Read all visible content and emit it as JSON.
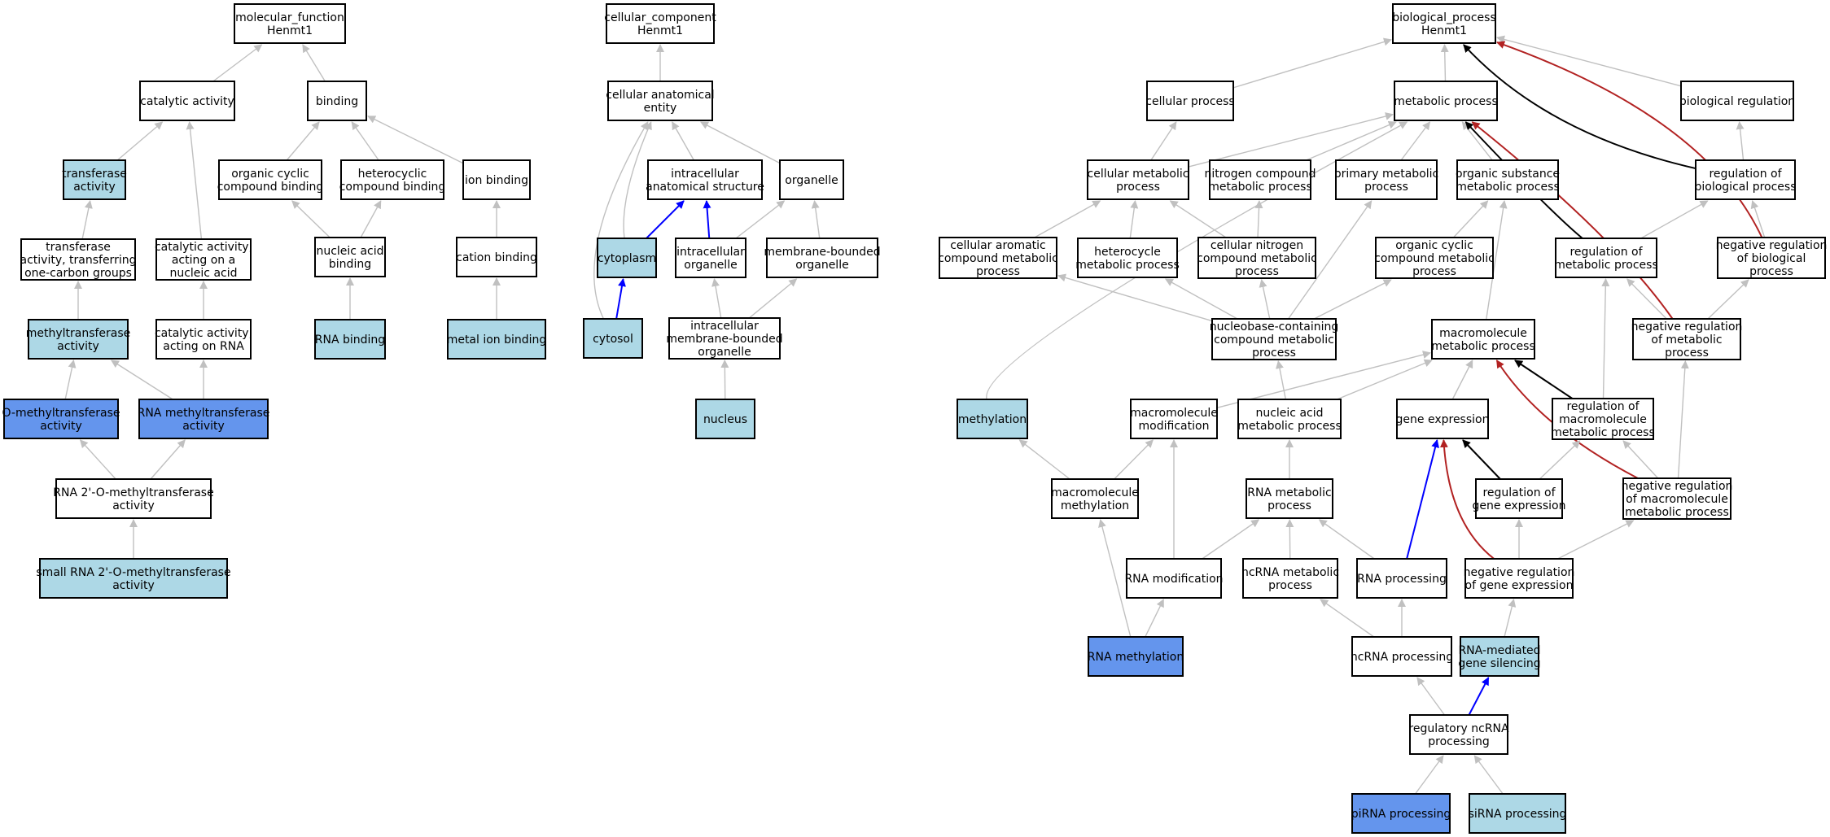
{
  "colors": {
    "plain": "#ffffff",
    "light": "#add8e6",
    "strong": "#6495ed",
    "edge_gray": "#c0c0c0",
    "edge_black": "#000000",
    "edge_blue": "#0000ff",
    "edge_red": "#b22222"
  },
  "nodes": [
    {
      "id": "mf",
      "lines": [
        "molecular_function",
        "Henmt1"
      ],
      "fill": "plain"
    },
    {
      "id": "catalytic",
      "lines": [
        "catalytic activity"
      ],
      "fill": "plain"
    },
    {
      "id": "binding",
      "lines": [
        "binding"
      ],
      "fill": "plain"
    },
    {
      "id": "transferase",
      "lines": [
        "transferase",
        "activity"
      ],
      "fill": "light"
    },
    {
      "id": "ocbind",
      "lines": [
        "organic cyclic",
        "compound binding"
      ],
      "fill": "plain"
    },
    {
      "id": "hcbind",
      "lines": [
        "heterocyclic",
        "compound binding"
      ],
      "fill": "plain"
    },
    {
      "id": "ionbind",
      "lines": [
        "ion binding"
      ],
      "fill": "plain"
    },
    {
      "id": "transone",
      "lines": [
        "transferase",
        "activity, transferring",
        "one-carbon groups"
      ],
      "fill": "plain"
    },
    {
      "id": "catnuc",
      "lines": [
        "catalytic activity,",
        "acting on a",
        "nucleic acid"
      ],
      "fill": "plain"
    },
    {
      "id": "nabind",
      "lines": [
        "nucleic acid",
        "binding"
      ],
      "fill": "plain"
    },
    {
      "id": "cationbind",
      "lines": [
        "cation binding"
      ],
      "fill": "plain"
    },
    {
      "id": "methyltrans",
      "lines": [
        "methyltransferase",
        "activity"
      ],
      "fill": "light"
    },
    {
      "id": "catrna",
      "lines": [
        "catalytic activity,",
        "acting on RNA"
      ],
      "fill": "plain"
    },
    {
      "id": "rnabind",
      "lines": [
        "RNA binding"
      ],
      "fill": "light"
    },
    {
      "id": "metalbind",
      "lines": [
        "metal ion binding"
      ],
      "fill": "light"
    },
    {
      "id": "omethyl",
      "lines": [
        "O-methyltransferase",
        "activity"
      ],
      "fill": "strong"
    },
    {
      "id": "rnamethyl",
      "lines": [
        "RNA methyltransferase",
        "activity"
      ],
      "fill": "strong"
    },
    {
      "id": "rna2o",
      "lines": [
        "RNA 2'-O-methyltransferase",
        "activity"
      ],
      "fill": "plain"
    },
    {
      "id": "srna2o",
      "lines": [
        "small RNA 2'-O-methyltransferase",
        "activity"
      ],
      "fill": "light"
    },
    {
      "id": "cc",
      "lines": [
        "cellular_component",
        "Henmt1"
      ],
      "fill": "plain"
    },
    {
      "id": "cae",
      "lines": [
        "cellular anatomical",
        "entity"
      ],
      "fill": "plain"
    },
    {
      "id": "icas",
      "lines": [
        "intracellular",
        "anatomical structure"
      ],
      "fill": "plain"
    },
    {
      "id": "organelle",
      "lines": [
        "organelle"
      ],
      "fill": "plain"
    },
    {
      "id": "cytoplasm",
      "lines": [
        "cytoplasm"
      ],
      "fill": "light"
    },
    {
      "id": "icorg",
      "lines": [
        "intracellular",
        "organelle"
      ],
      "fill": "plain"
    },
    {
      "id": "mborg",
      "lines": [
        "membrane-bounded",
        "organelle"
      ],
      "fill": "plain"
    },
    {
      "id": "cytosol",
      "lines": [
        "cytosol"
      ],
      "fill": "light"
    },
    {
      "id": "icmborg",
      "lines": [
        "intracellular",
        "membrane-bounded",
        "organelle"
      ],
      "fill": "plain"
    },
    {
      "id": "nucleus",
      "lines": [
        "nucleus"
      ],
      "fill": "light"
    },
    {
      "id": "bp",
      "lines": [
        "biological_process",
        "Henmt1"
      ],
      "fill": "plain"
    },
    {
      "id": "cellproc",
      "lines": [
        "cellular process"
      ],
      "fill": "plain"
    },
    {
      "id": "metproc",
      "lines": [
        "metabolic process"
      ],
      "fill": "plain"
    },
    {
      "id": "bioreg",
      "lines": [
        "biological regulation"
      ],
      "fill": "plain"
    },
    {
      "id": "cellmet",
      "lines": [
        "cellular metabolic",
        "process"
      ],
      "fill": "plain"
    },
    {
      "id": "nitromet",
      "lines": [
        "nitrogen compound",
        "metabolic process"
      ],
      "fill": "plain"
    },
    {
      "id": "primmet",
      "lines": [
        "primary metabolic",
        "process"
      ],
      "fill": "plain"
    },
    {
      "id": "orgsubmet",
      "lines": [
        "organic substance",
        "metabolic process"
      ],
      "fill": "plain"
    },
    {
      "id": "regbio",
      "lines": [
        "regulation of",
        "biological process"
      ],
      "fill": "plain"
    },
    {
      "id": "cellarom",
      "lines": [
        "cellular aromatic",
        "compound metabolic",
        "process"
      ],
      "fill": "plain"
    },
    {
      "id": "hetmet",
      "lines": [
        "heterocycle",
        "metabolic process"
      ],
      "fill": "plain"
    },
    {
      "id": "cellnitro",
      "lines": [
        "cellular nitrogen",
        "compound metabolic",
        "process"
      ],
      "fill": "plain"
    },
    {
      "id": "orgcyc",
      "lines": [
        "organic cyclic",
        "compound metabolic",
        "process"
      ],
      "fill": "plain"
    },
    {
      "id": "regmet",
      "lines": [
        "regulation of",
        "metabolic process"
      ],
      "fill": "plain"
    },
    {
      "id": "negregbio",
      "lines": [
        "negative regulation",
        "of biological",
        "process"
      ],
      "fill": "plain"
    },
    {
      "id": "nucbase",
      "lines": [
        "nucleobase-containing",
        "compound metabolic",
        "process"
      ],
      "fill": "plain"
    },
    {
      "id": "macromet",
      "lines": [
        "macromolecule",
        "metabolic process"
      ],
      "fill": "plain"
    },
    {
      "id": "negregmet",
      "lines": [
        "negative regulation",
        "of metabolic",
        "process"
      ],
      "fill": "plain"
    },
    {
      "id": "methylation",
      "lines": [
        "methylation"
      ],
      "fill": "light"
    },
    {
      "id": "macromod",
      "lines": [
        "macromolecule",
        "modification"
      ],
      "fill": "plain"
    },
    {
      "id": "namet",
      "lines": [
        "nucleic acid",
        "metabolic process"
      ],
      "fill": "plain"
    },
    {
      "id": "geneexp",
      "lines": [
        "gene expression"
      ],
      "fill": "plain"
    },
    {
      "id": "regmacro",
      "lines": [
        "regulation of",
        "macromolecule",
        "metabolic process"
      ],
      "fill": "plain"
    },
    {
      "id": "macromethyl",
      "lines": [
        "macromolecule",
        "methylation"
      ],
      "fill": "plain"
    },
    {
      "id": "rnamet",
      "lines": [
        "RNA metabolic",
        "process"
      ],
      "fill": "plain"
    },
    {
      "id": "reggene",
      "lines": [
        "regulation of",
        "gene expression"
      ],
      "fill": "plain"
    },
    {
      "id": "negregmacro",
      "lines": [
        "negative regulation",
        "of macromolecule",
        "metabolic process"
      ],
      "fill": "plain"
    },
    {
      "id": "rnamod",
      "lines": [
        "RNA modification"
      ],
      "fill": "plain"
    },
    {
      "id": "ncrnamet",
      "lines": [
        "ncRNA metabolic",
        "process"
      ],
      "fill": "plain"
    },
    {
      "id": "rnaproc",
      "lines": [
        "RNA processing"
      ],
      "fill": "plain"
    },
    {
      "id": "negreggene",
      "lines": [
        "negative regulation",
        "of gene expression"
      ],
      "fill": "plain"
    },
    {
      "id": "rnamethylation",
      "lines": [
        "RNA methylation"
      ],
      "fill": "strong"
    },
    {
      "id": "ncrnaproc",
      "lines": [
        "ncRNA processing"
      ],
      "fill": "plain"
    },
    {
      "id": "rnamgs",
      "lines": [
        "RNA-mediated",
        "gene silencing"
      ],
      "fill": "light"
    },
    {
      "id": "regncrna",
      "lines": [
        "regulatory ncRNA",
        "processing"
      ],
      "fill": "plain"
    },
    {
      "id": "pirna",
      "lines": [
        "piRNA processing"
      ],
      "fill": "strong"
    },
    {
      "id": "sirna",
      "lines": [
        "siRNA processing"
      ],
      "fill": "light"
    }
  ],
  "edges": [
    {
      "from": "catalytic",
      "to": "mf",
      "kind": "gray"
    },
    {
      "from": "binding",
      "to": "mf",
      "kind": "gray"
    },
    {
      "from": "transferase",
      "to": "catalytic",
      "kind": "gray"
    },
    {
      "from": "catnuc",
      "to": "catalytic",
      "kind": "gray"
    },
    {
      "from": "ocbind",
      "to": "binding",
      "kind": "gray"
    },
    {
      "from": "hcbind",
      "to": "binding",
      "kind": "gray"
    },
    {
      "from": "ionbind",
      "to": "binding",
      "kind": "gray"
    },
    {
      "from": "transone",
      "to": "transferase",
      "kind": "gray"
    },
    {
      "from": "nabind",
      "to": "ocbind",
      "kind": "gray"
    },
    {
      "from": "nabind",
      "to": "hcbind",
      "kind": "gray"
    },
    {
      "from": "cationbind",
      "to": "ionbind",
      "kind": "gray"
    },
    {
      "from": "methyltrans",
      "to": "transone",
      "kind": "gray"
    },
    {
      "from": "catrna",
      "to": "catnuc",
      "kind": "gray"
    },
    {
      "from": "rnabind",
      "to": "nabind",
      "kind": "gray"
    },
    {
      "from": "metalbind",
      "to": "cationbind",
      "kind": "gray"
    },
    {
      "from": "omethyl",
      "to": "methyltrans",
      "kind": "gray"
    },
    {
      "from": "rnamethyl",
      "to": "methyltrans",
      "kind": "gray"
    },
    {
      "from": "rnamethyl",
      "to": "catrna",
      "kind": "gray"
    },
    {
      "from": "rna2o",
      "to": "omethyl",
      "kind": "gray"
    },
    {
      "from": "rna2o",
      "to": "rnamethyl",
      "kind": "gray"
    },
    {
      "from": "srna2o",
      "to": "rna2o",
      "kind": "gray"
    },
    {
      "from": "cae",
      "to": "cc",
      "kind": "gray"
    },
    {
      "from": "icas",
      "to": "cae",
      "kind": "gray"
    },
    {
      "from": "organelle",
      "to": "cae",
      "kind": "gray"
    },
    {
      "from": "cytoplasm",
      "to": "cae",
      "kind": "gray"
    },
    {
      "from": "cytosol",
      "to": "cae",
      "kind": "gray"
    },
    {
      "from": "cytoplasm",
      "to": "icas",
      "kind": "blue"
    },
    {
      "from": "icorg",
      "to": "icas",
      "kind": "blue"
    },
    {
      "from": "icorg",
      "to": "organelle",
      "kind": "gray"
    },
    {
      "from": "mborg",
      "to": "organelle",
      "kind": "gray"
    },
    {
      "from": "cytosol",
      "to": "cytoplasm",
      "kind": "blue"
    },
    {
      "from": "icmborg",
      "to": "icorg",
      "kind": "gray"
    },
    {
      "from": "icmborg",
      "to": "mborg",
      "kind": "gray"
    },
    {
      "from": "nucleus",
      "to": "icmborg",
      "kind": "gray"
    },
    {
      "from": "cellproc",
      "to": "bp",
      "kind": "gray"
    },
    {
      "from": "metproc",
      "to": "bp",
      "kind": "gray"
    },
    {
      "from": "bioreg",
      "to": "bp",
      "kind": "gray"
    },
    {
      "from": "regbio",
      "to": "bp",
      "kind": "black"
    },
    {
      "from": "negregbio",
      "to": "bp",
      "kind": "red"
    },
    {
      "from": "cellmet",
      "to": "cellproc",
      "kind": "gray"
    },
    {
      "from": "cellmet",
      "to": "metproc",
      "kind": "gray"
    },
    {
      "from": "nitromet",
      "to": "metproc",
      "kind": "gray"
    },
    {
      "from": "primmet",
      "to": "metproc",
      "kind": "gray"
    },
    {
      "from": "orgsubmet",
      "to": "metproc",
      "kind": "gray"
    },
    {
      "from": "methylation",
      "to": "metproc",
      "kind": "gray"
    },
    {
      "from": "regmet",
      "to": "metproc",
      "kind": "black"
    },
    {
      "from": "negregmet",
      "to": "metproc",
      "kind": "red"
    },
    {
      "from": "regbio",
      "to": "bioreg",
      "kind": "gray"
    },
    {
      "from": "cellarom",
      "to": "cellmet",
      "kind": "gray"
    },
    {
      "from": "hetmet",
      "to": "cellmet",
      "kind": "gray"
    },
    {
      "from": "cellnitro",
      "to": "cellmet",
      "kind": "gray"
    },
    {
      "from": "cellnitro",
      "to": "nitromet",
      "kind": "gray"
    },
    {
      "from": "orgcyc",
      "to": "orgsubmet",
      "kind": "gray"
    },
    {
      "from": "macromet",
      "to": "orgsubmet",
      "kind": "gray"
    },
    {
      "from": "regmet",
      "to": "regbio",
      "kind": "gray"
    },
    {
      "from": "negregbio",
      "to": "regbio",
      "kind": "gray"
    },
    {
      "from": "nucbase",
      "to": "cellarom",
      "kind": "gray"
    },
    {
      "from": "nucbase",
      "to": "hetmet",
      "kind": "gray"
    },
    {
      "from": "nucbase",
      "to": "cellnitro",
      "kind": "gray"
    },
    {
      "from": "nucbase",
      "to": "primmet",
      "kind": "gray"
    },
    {
      "from": "nucbase",
      "to": "orgcyc",
      "kind": "gray"
    },
    {
      "from": "negregmet",
      "to": "regmet",
      "kind": "gray"
    },
    {
      "from": "negregmet",
      "to": "negregbio",
      "kind": "gray"
    },
    {
      "from": "regmacro",
      "to": "regmet",
      "kind": "gray"
    },
    {
      "from": "macromod",
      "to": "macromet",
      "kind": "gray"
    },
    {
      "from": "namet",
      "to": "nucbase",
      "kind": "gray"
    },
    {
      "from": "namet",
      "to": "macromet",
      "kind": "gray"
    },
    {
      "from": "geneexp",
      "to": "macromet",
      "kind": "gray"
    },
    {
      "from": "regmacro",
      "to": "macromet",
      "kind": "black"
    },
    {
      "from": "negregmacro",
      "to": "macromet",
      "kind": "red"
    },
    {
      "from": "negregmacro",
      "to": "negregmet",
      "kind": "gray"
    },
    {
      "from": "negregmacro",
      "to": "regmacro",
      "kind": "gray"
    },
    {
      "from": "reggene",
      "to": "regmacro",
      "kind": "gray"
    },
    {
      "from": "reggene",
      "to": "geneexp",
      "kind": "black"
    },
    {
      "from": "rnaproc",
      "to": "geneexp",
      "kind": "blue"
    },
    {
      "from": "negreggene",
      "to": "geneexp",
      "kind": "red"
    },
    {
      "from": "macromethyl",
      "to": "methylation",
      "kind": "gray"
    },
    {
      "from": "macromethyl",
      "to": "macromod",
      "kind": "gray"
    },
    {
      "from": "rnamod",
      "to": "macromod",
      "kind": "gray"
    },
    {
      "from": "rnamet",
      "to": "namet",
      "kind": "gray"
    },
    {
      "from": "rnamethylation",
      "to": "macromethyl",
      "kind": "gray"
    },
    {
      "from": "rnamethylation",
      "to": "rnamod",
      "kind": "gray"
    },
    {
      "from": "rnamod",
      "to": "rnamet",
      "kind": "gray"
    },
    {
      "from": "ncrnamet",
      "to": "rnamet",
      "kind": "gray"
    },
    {
      "from": "rnaproc",
      "to": "rnamet",
      "kind": "gray"
    },
    {
      "from": "negreggene",
      "to": "reggene",
      "kind": "gray"
    },
    {
      "from": "negreggene",
      "to": "negregmacro",
      "kind": "gray"
    },
    {
      "from": "ncrnaproc",
      "to": "ncrnamet",
      "kind": "gray"
    },
    {
      "from": "ncrnaproc",
      "to": "rnaproc",
      "kind": "gray"
    },
    {
      "from": "rnamgs",
      "to": "negreggene",
      "kind": "gray"
    },
    {
      "from": "regncrna",
      "to": "ncrnaproc",
      "kind": "gray"
    },
    {
      "from": "regncrna",
      "to": "rnamgs",
      "kind": "blue"
    },
    {
      "from": "pirna",
      "to": "regncrna",
      "kind": "gray"
    },
    {
      "from": "sirna",
      "to": "regncrna",
      "kind": "gray"
    }
  ]
}
